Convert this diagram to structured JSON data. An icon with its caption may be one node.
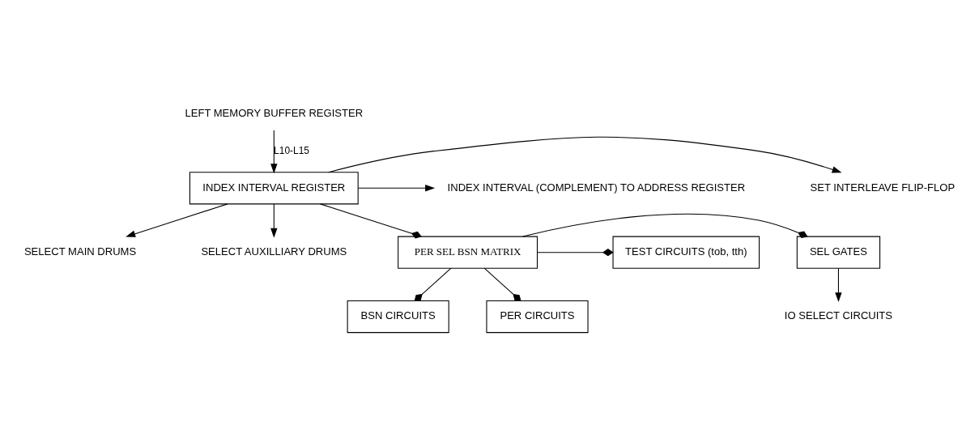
{
  "diagram": {
    "nodes": [
      {
        "text": [
          "LEFT MEMORY BUFFER REGISTER"
        ]
      },
      {
        "text": [
          "INDEX INTERVAL REGISTER"
        ]
      },
      {
        "text": [
          "SET INTERLEAVE FLIP-FLOP"
        ]
      },
      {
        "text": [
          "INDEX INTERVAL (COMPLEMENT) TO ADDRESS REGISTER"
        ]
      },
      {
        "text": [
          "SELECT MAIN DRUMS"
        ]
      },
      {
        "text": [
          "SELECT AUXILLIARY DRUMS"
        ]
      },
      {
        "text": [
          "SEL GATES"
        ]
      },
      {
        "text": [
          "PER SEL BSN MATRIX"
        ]
      },
      {
        "text": [
          "TEST CIRCUITS (tob, tth)"
        ]
      },
      {
        "text": [
          "IO SELECT CIRCUITS"
        ]
      },
      {
        "text": [
          "BSN CIRCUITS"
        ]
      },
      {
        "text": [
          "PER CIRCUITS"
        ]
      }
    ],
    "edges": [
      {
        "from": 0,
        "to": 1,
        "arrow": "to",
        "label": "L10-L15"
      },
      {
        "from": 1,
        "to": 2,
        "arrow": "to"
      },
      {
        "from": 1,
        "to": 3,
        "arrow": "to"
      },
      {
        "from": 1,
        "to": 4,
        "arrow": "to"
      },
      {
        "from": 1,
        "to": 5,
        "arrow": "to"
      },
      {
        "from": 1,
        "to": 7,
        "arrow": "other"
      },
      {
        "from": 7,
        "to": 6,
        "arrow": "other"
      },
      {
        "from": 7,
        "to": 8,
        "arrow": "other"
      },
      {
        "from": 6,
        "to": 9,
        "arrow": "to"
      },
      {
        "from": 7,
        "to": 10,
        "arrow": "other"
      },
      {
        "from": 7,
        "to": 11,
        "arrow": "other"
      }
    ]
  }
}
